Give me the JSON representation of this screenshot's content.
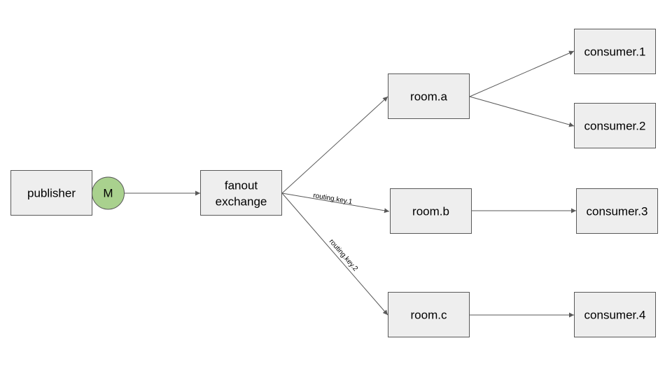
{
  "nodes": {
    "publisher": "publisher",
    "message": "M",
    "exchange_line1": "fanout",
    "exchange_line2": "exchange",
    "room_a": "room.a",
    "room_b": "room.b",
    "room_c": "room.c",
    "consumer_1": "consumer.1",
    "consumer_2": "consumer.2",
    "consumer_3": "consumer.3",
    "consumer_4": "consumer.4"
  },
  "edge_labels": {
    "to_room_b": "routing.key.1",
    "to_room_c": "routing.key.2"
  },
  "colors": {
    "box_fill": "#eeeeee",
    "box_stroke": "#595959",
    "message_fill": "#a9d18e",
    "arrow": "#595959"
  }
}
